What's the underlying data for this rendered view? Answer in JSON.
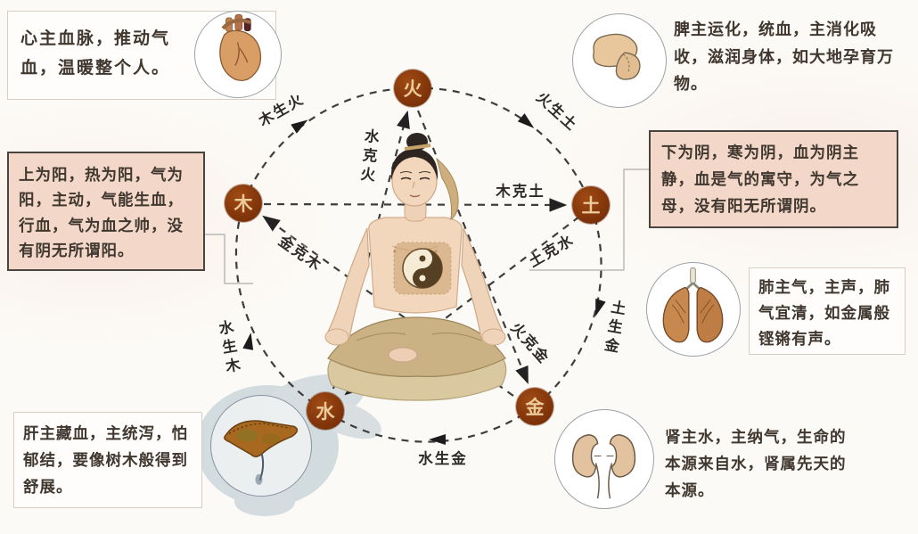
{
  "diagram": {
    "title_implied": "五行（木火土金水）生克与脏腑阴阳示意图",
    "elements": [
      {
        "id": "fire",
        "label": "火"
      },
      {
        "id": "wood",
        "label": "木"
      },
      {
        "id": "earth",
        "label": "土"
      },
      {
        "id": "water",
        "label": "水"
      },
      {
        "id": "metal",
        "label": "金"
      }
    ],
    "relations": {
      "sheng_wood_fire": "木生火",
      "sheng_fire_earth": "火生土",
      "sheng_earth_metal": "土生金",
      "sheng_water_metal": "水生金",
      "sheng_water_wood": "水生木",
      "ke_wood_earth": "木克土",
      "ke_earth_water": "土克水",
      "ke_water_fire": "水克火",
      "ke_fire_metal": "火克金",
      "ke_metal_wood": "金克木"
    }
  },
  "annotations": {
    "heart": {
      "text": "心主血脉，推动气血，温暖整个人。"
    },
    "spleen": {
      "text": "脾主运化，统血，主消化吸收，滋润身体，如大地孕育万物。"
    },
    "yang": {
      "text": "上为阳，热为阳，气为阳，主动，气能生血，行血，气为血之帅，没有阴无所谓阳。"
    },
    "yin": {
      "text": "下为阴，寒为阴，血为阴主静，血是气的寓守，为气之母，没有阳无所谓阴。"
    },
    "lung": {
      "text": "肺主气，主声，肺气宜清，如金属般铿锵有声。"
    },
    "kidney": {
      "text": "肾主水，主纳气，生命的本源来自水，肾属先天的本源。"
    },
    "liver": {
      "text": "肝主藏血，主统泻，怕郁结，要像树木般得到舒展。"
    }
  },
  "icons": {
    "heart": "heart-organ-icon",
    "spleen": "spleen-organ-icon",
    "lungs": "lungs-organ-icon",
    "kidneys": "kidneys-organ-icon",
    "liver": "liver-organ-icon",
    "figure": "meditating-figure-with-taiji"
  },
  "colors": {
    "node_fill": "#8a3a10",
    "node_text": "#eccb9b",
    "pink_box": "#f3d8ca",
    "dash_line": "#3d3d3d",
    "splash": "#a9bdc8"
  }
}
